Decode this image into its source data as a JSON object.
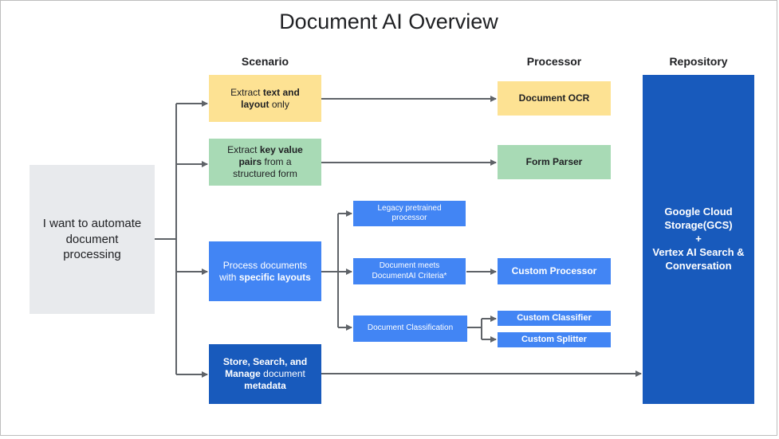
{
  "title": "Document AI Overview",
  "columns": {
    "scenario": "Scenario",
    "processor": "Processor",
    "repository": "Repository"
  },
  "start": {
    "line1": "I want to automate",
    "line2": "document",
    "line3": "processing"
  },
  "scenarios": {
    "ocr": {
      "pre": "Extract ",
      "bold1": "text and",
      "bold2": "layout",
      "post": " only"
    },
    "form": {
      "pre": "Extract ",
      "bold1": "key value",
      "bold2": "pairs",
      "post1": " from a",
      "post2": "structured form"
    },
    "specific": {
      "line1": "Process documents",
      "pre2": "with ",
      "bold2": "specific layouts"
    },
    "store": {
      "bold1": "Store, Search, and",
      "bold2": "Manage",
      "post2": " document",
      "bold3": "metadata"
    }
  },
  "sub_options": {
    "legacy": {
      "line1": "Legacy pretrained",
      "line2": "processor"
    },
    "criteria": {
      "line1": "Document meets",
      "line2": "DocumentAI Criteria*"
    },
    "classification": "Document Classification"
  },
  "processors": {
    "ocr": "Document OCR",
    "form": "Form Parser",
    "custom": "Custom Processor",
    "classifier": "Custom Classifier",
    "splitter": "Custom Splitter"
  },
  "repository": {
    "line1": "Google Cloud",
    "line2": "Storage(GCS)",
    "line3": "+",
    "line4": "Vertex AI Search &",
    "line5": "Conversation"
  },
  "colors": {
    "yellow": "#fde293",
    "green": "#a8dab5",
    "grey": "#e8eaed",
    "blue": "#4285f4",
    "navy": "#185abc",
    "connector": "#5f6368"
  }
}
